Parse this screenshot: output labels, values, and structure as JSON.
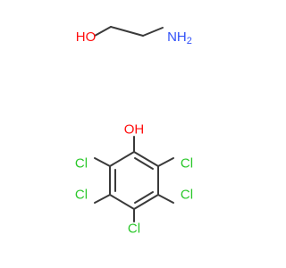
{
  "colors": {
    "bond": "#3a3a3a",
    "oxygen": "#ff0d0d",
    "nitrogen": "#3050f8",
    "chlorine": "#2bc82b"
  },
  "molecules": [
    {
      "atoms": [
        {
          "id": "O1",
          "label": "HO",
          "element": "O"
        },
        {
          "id": "N1",
          "label": "NH",
          "sub": "2",
          "element": "N"
        }
      ]
    },
    {
      "atoms": [
        {
          "id": "O2",
          "label": "OH",
          "element": "O"
        },
        {
          "id": "Cl1",
          "label": "Cl",
          "element": "Cl"
        },
        {
          "id": "Cl2",
          "label": "Cl",
          "element": "Cl"
        },
        {
          "id": "Cl3",
          "label": "Cl",
          "element": "Cl"
        },
        {
          "id": "Cl4",
          "label": "Cl",
          "element": "Cl"
        },
        {
          "id": "Cl5",
          "label": "Cl",
          "element": "Cl"
        }
      ]
    }
  ]
}
